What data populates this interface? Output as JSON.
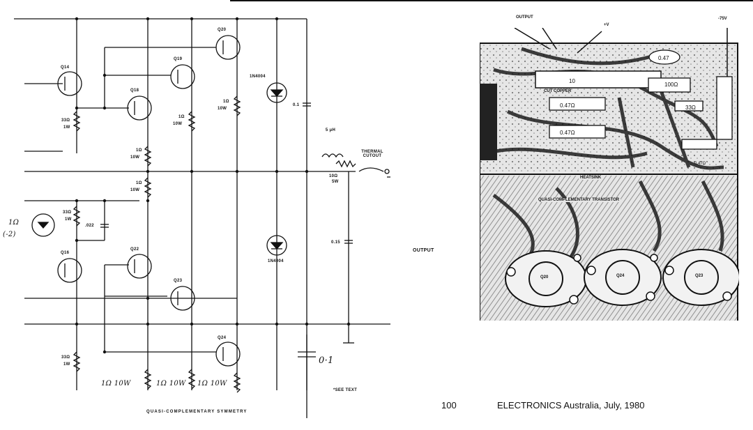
{
  "schematic": {
    "transistors": [
      "Q14",
      "Q18",
      "Q19",
      "Q20",
      "Q16",
      "Q22",
      "Q23",
      "Q24"
    ],
    "resistors": {
      "r1": "33Ω",
      "r1w": "1W",
      "r2": "1Ω",
      "r2w": "10W",
      "r3": "1Ω",
      "r3w": "10W",
      "r4": "1Ω",
      "r4w": "10W",
      "r5": "1Ω",
      "r5w": "10W",
      "r6": "33Ω",
      "r6w": "1W",
      "r7": "33Ω",
      "r7w": "1W",
      "r8": "10Ω",
      "r8w": "5W"
    },
    "diode_top": "1N4004",
    "diode_bottom": "1N4004",
    "cap_top": "0.1",
    "cap_mid": "0.15",
    "cap_small": ".022",
    "inductor": "5 μH",
    "thermal_cutout": "THERMAL CUTOUT",
    "output_label": "OUTPUT",
    "handwritten": {
      "left1": "1Ω",
      "left2": "(-2)",
      "b1": "1Ω 10W",
      "b2": "1Ω 10W",
      "b3": "1Ω 10W",
      "cap": "0·1"
    },
    "see_text": "*SEE TEXT",
    "caption": "QUASI-COMPLEMENTARY SYMMETRY"
  },
  "pcb": {
    "output_label": "OUTPUT",
    "pos_supply": "+V",
    "neg_supply": "-75V",
    "resistor_top": "10",
    "r_047": "0.47",
    "r_cut_copper": "CUT COPPER",
    "r_047b": "0.47Ω",
    "r_047c": "0.47Ω",
    "r_100": "100Ω",
    "r_33": "33Ω",
    "r_small": "0.47Ω",
    "heatsink": "HEATSINK",
    "quasi": "QUASI-COMPLEMENTARY TRANSISTOR",
    "device_labels": [
      "Q20",
      "Q24",
      "Q23"
    ]
  },
  "footer": {
    "page_number": "100",
    "publication": "ELECTRONICS Australia, July, 1980"
  }
}
